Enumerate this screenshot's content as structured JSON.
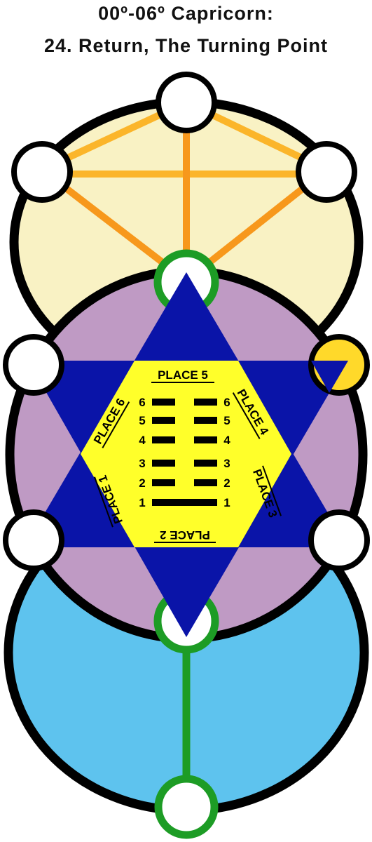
{
  "title_line1": "00º-06º Capricorn:",
  "title_line2": "24. Return, The Turning Point",
  "places": {
    "p5": "PLACE 5",
    "p6": "PLACE 6",
    "p4": "PLACE 4",
    "p1": "PLACE 1",
    "p3": "PLACE 3",
    "p2": "PLACE 2"
  },
  "line_numbers": [
    "6",
    "5",
    "4",
    "3",
    "2",
    "1"
  ],
  "hexagram_lines": [
    "broken",
    "broken",
    "broken",
    "broken",
    "broken",
    "solid"
  ],
  "colors": {
    "upper_circle": "#f9f2c4",
    "middle_circle": "#bf9ac4",
    "lower_circle": "#5ec3ee",
    "star": "#0a14a8",
    "hexagon": "#ffff2a",
    "path_orange": "#f7981c",
    "path_light_orange": "#fbb52a",
    "path_green": "#1d9c25",
    "node_gold": "#ffd92a"
  }
}
